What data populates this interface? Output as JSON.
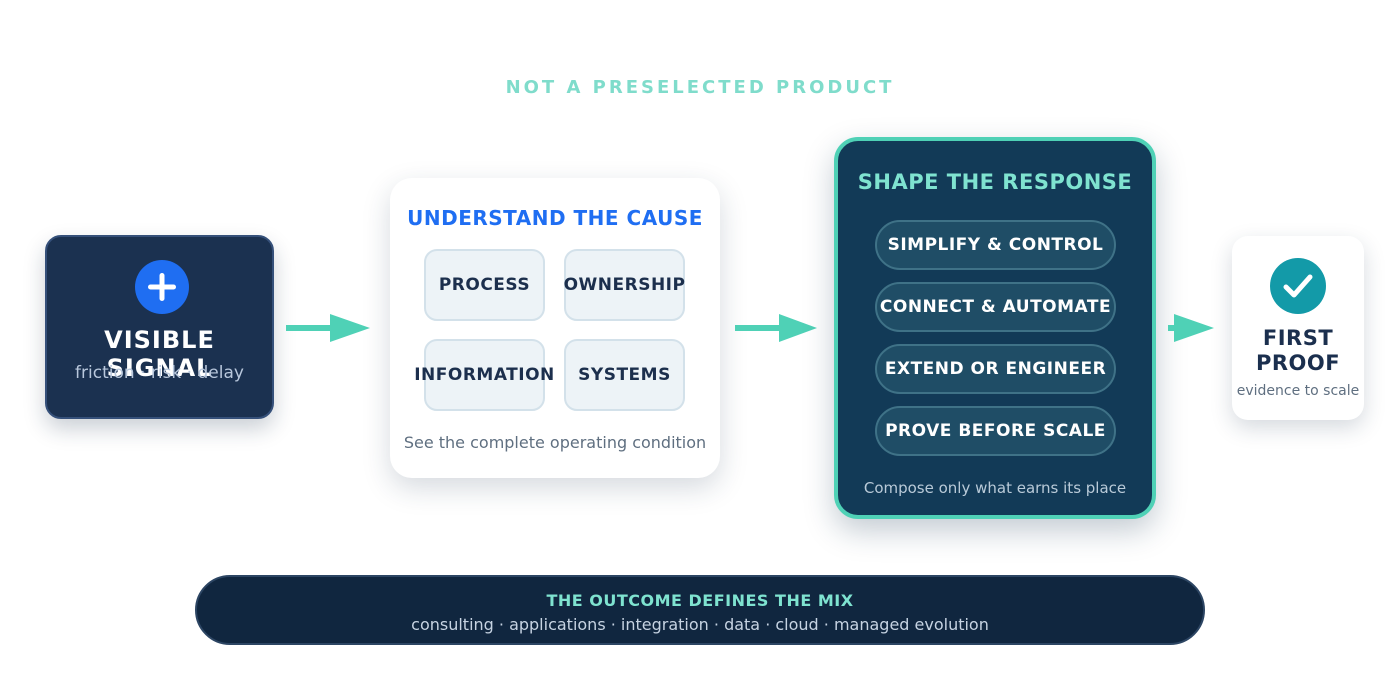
{
  "eyebrow": "NOT A PRESELECTED PRODUCT",
  "signal": {
    "title": "VISIBLE SIGNAL",
    "subtitle": "friction · risk · delay",
    "icon": "plus-icon"
  },
  "cause": {
    "title": "UNDERSTAND THE CAUSE",
    "tiles": [
      "PROCESS",
      "OWNERSHIP",
      "INFORMATION",
      "SYSTEMS"
    ],
    "footer": "See the complete operating condition"
  },
  "shape": {
    "title": "SHAPE THE RESPONSE",
    "pills": [
      "SIMPLIFY & CONTROL",
      "CONNECT & AUTOMATE",
      "EXTEND OR ENGINEER",
      "PROVE BEFORE SCALE"
    ],
    "footer": "Compose only what earns its place"
  },
  "proof": {
    "title_line1": "FIRST",
    "title_line2": "PROOF",
    "subtitle": "evidence to scale",
    "icon": "check-icon"
  },
  "banner": {
    "title": "THE OUTCOME DEFINES THE MIX",
    "subtitle": "consulting · applications · integration · data · cloud · managed evolution"
  },
  "colors": {
    "accent_teal": "#4fd1b6",
    "accent_blue": "#1f6ef2",
    "navy": "#1b3150",
    "deep_teal": "#123a57"
  }
}
